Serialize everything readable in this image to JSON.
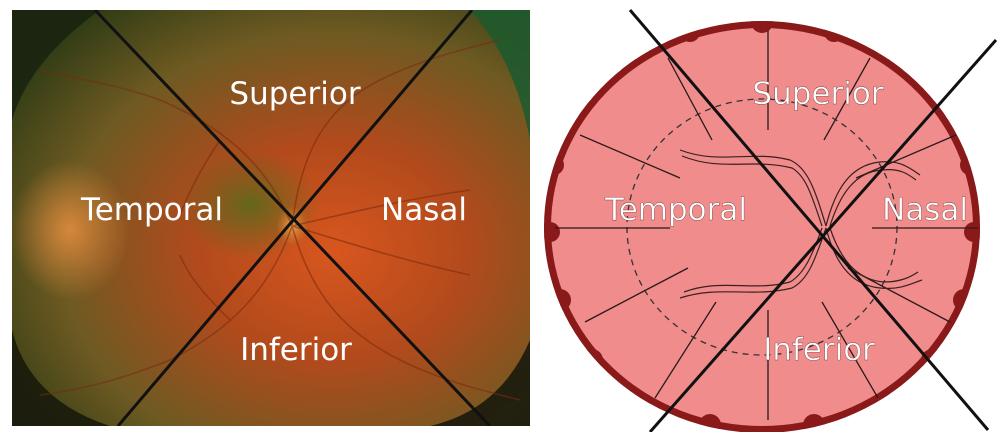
{
  "left_panel": {
    "labels": {
      "superior": "Superior",
      "temporal": "Temporal",
      "nasal": "Nasal",
      "inferior": "Inferior"
    }
  },
  "right_panel": {
    "labels": {
      "superior": "Superior",
      "temporal": "Temporal",
      "nasal": "Nasal",
      "inferior": "Inferior"
    }
  },
  "colors": {
    "fundus_orange": "#c24e18",
    "fundus_green": "#5a6a26",
    "diagram_fill": "#f08c8c",
    "diagram_rim": "#8a1a1a"
  }
}
